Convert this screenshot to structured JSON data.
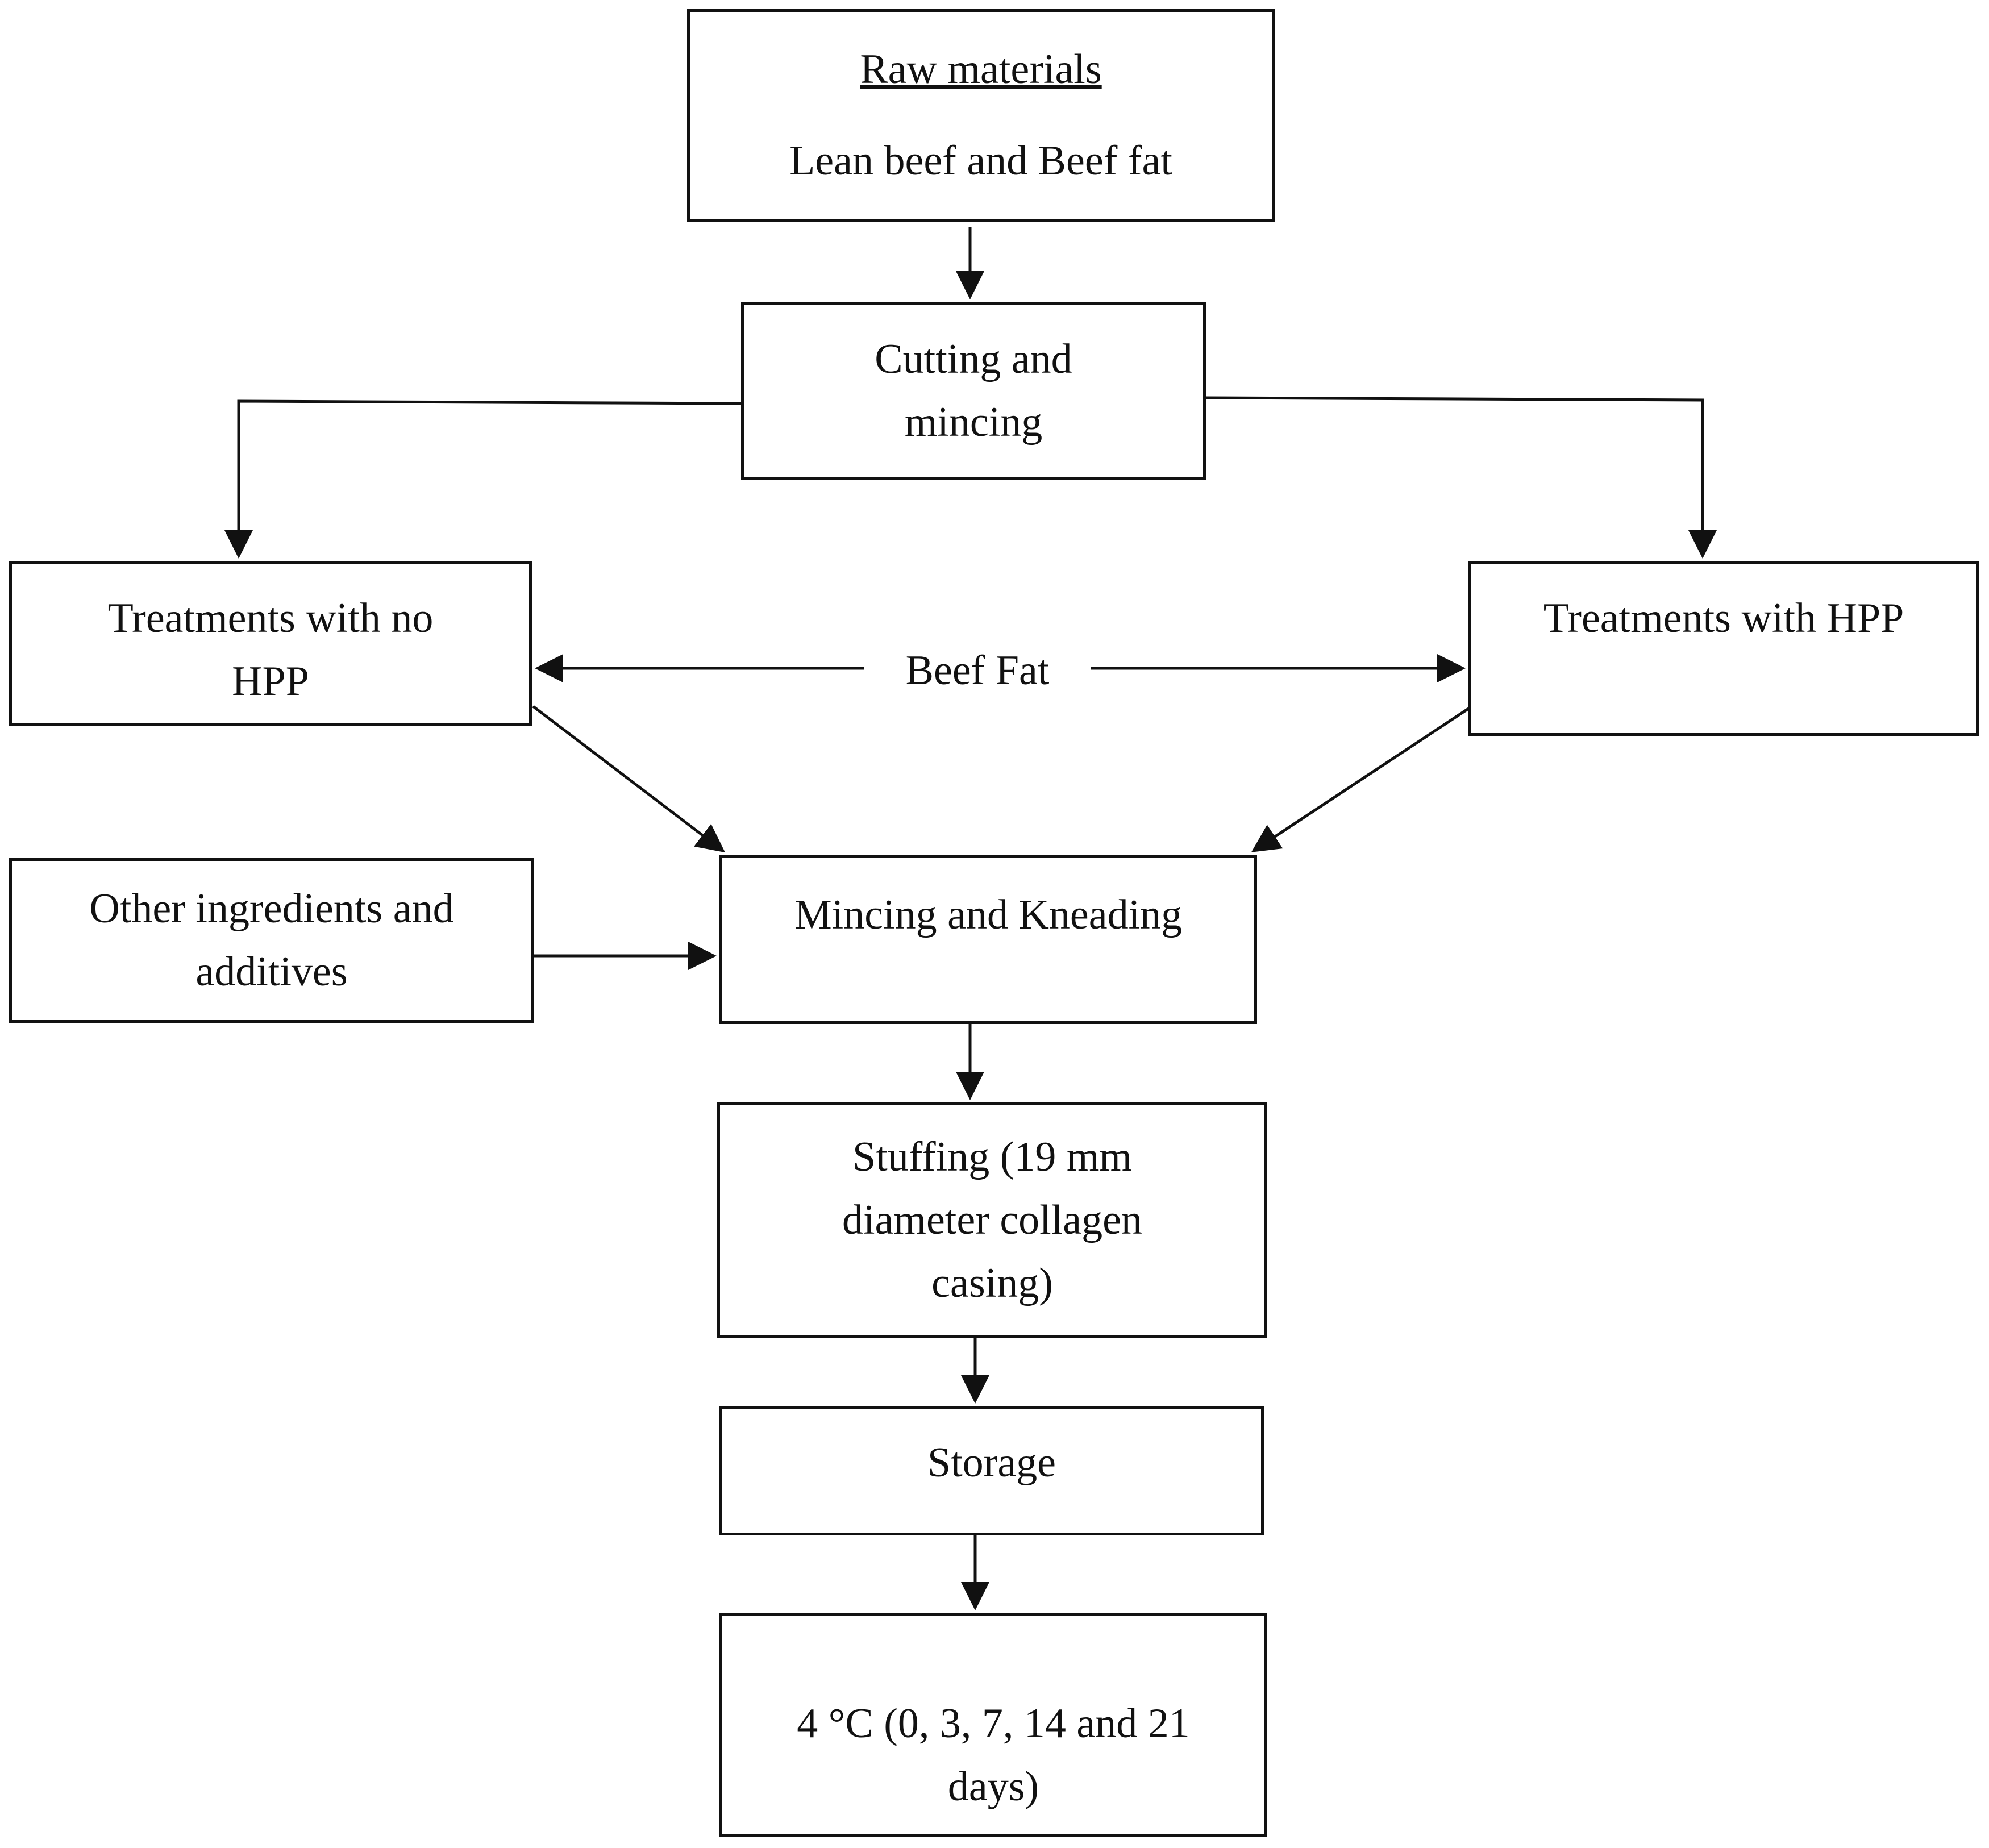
{
  "nodes": {
    "raw_materials": {
      "heading": "Raw materials",
      "text": "Lean beef and Beef fat"
    },
    "cutting": {
      "lines": [
        "Cutting and",
        "mincing"
      ]
    },
    "no_hpp": {
      "lines": [
        "Treatments with no",
        "HPP"
      ]
    },
    "hpp": {
      "lines": [
        "Treatments with HPP"
      ]
    },
    "other": {
      "lines": [
        "Other ingredients and",
        "additives"
      ]
    },
    "mixing": {
      "lines": [
        "Mincing and Kneading"
      ]
    },
    "stuffing": {
      "lines": [
        "Stuffing (19 mm",
        "diameter collagen",
        "casing)"
      ]
    },
    "storage": {
      "lines": [
        "Storage"
      ]
    },
    "conditions": {
      "lines": [
        "4 °C (0, 3, 7, 14 and 21",
        "days)"
      ]
    }
  },
  "edges": {
    "beef_fat_label": "Beef Fat"
  }
}
